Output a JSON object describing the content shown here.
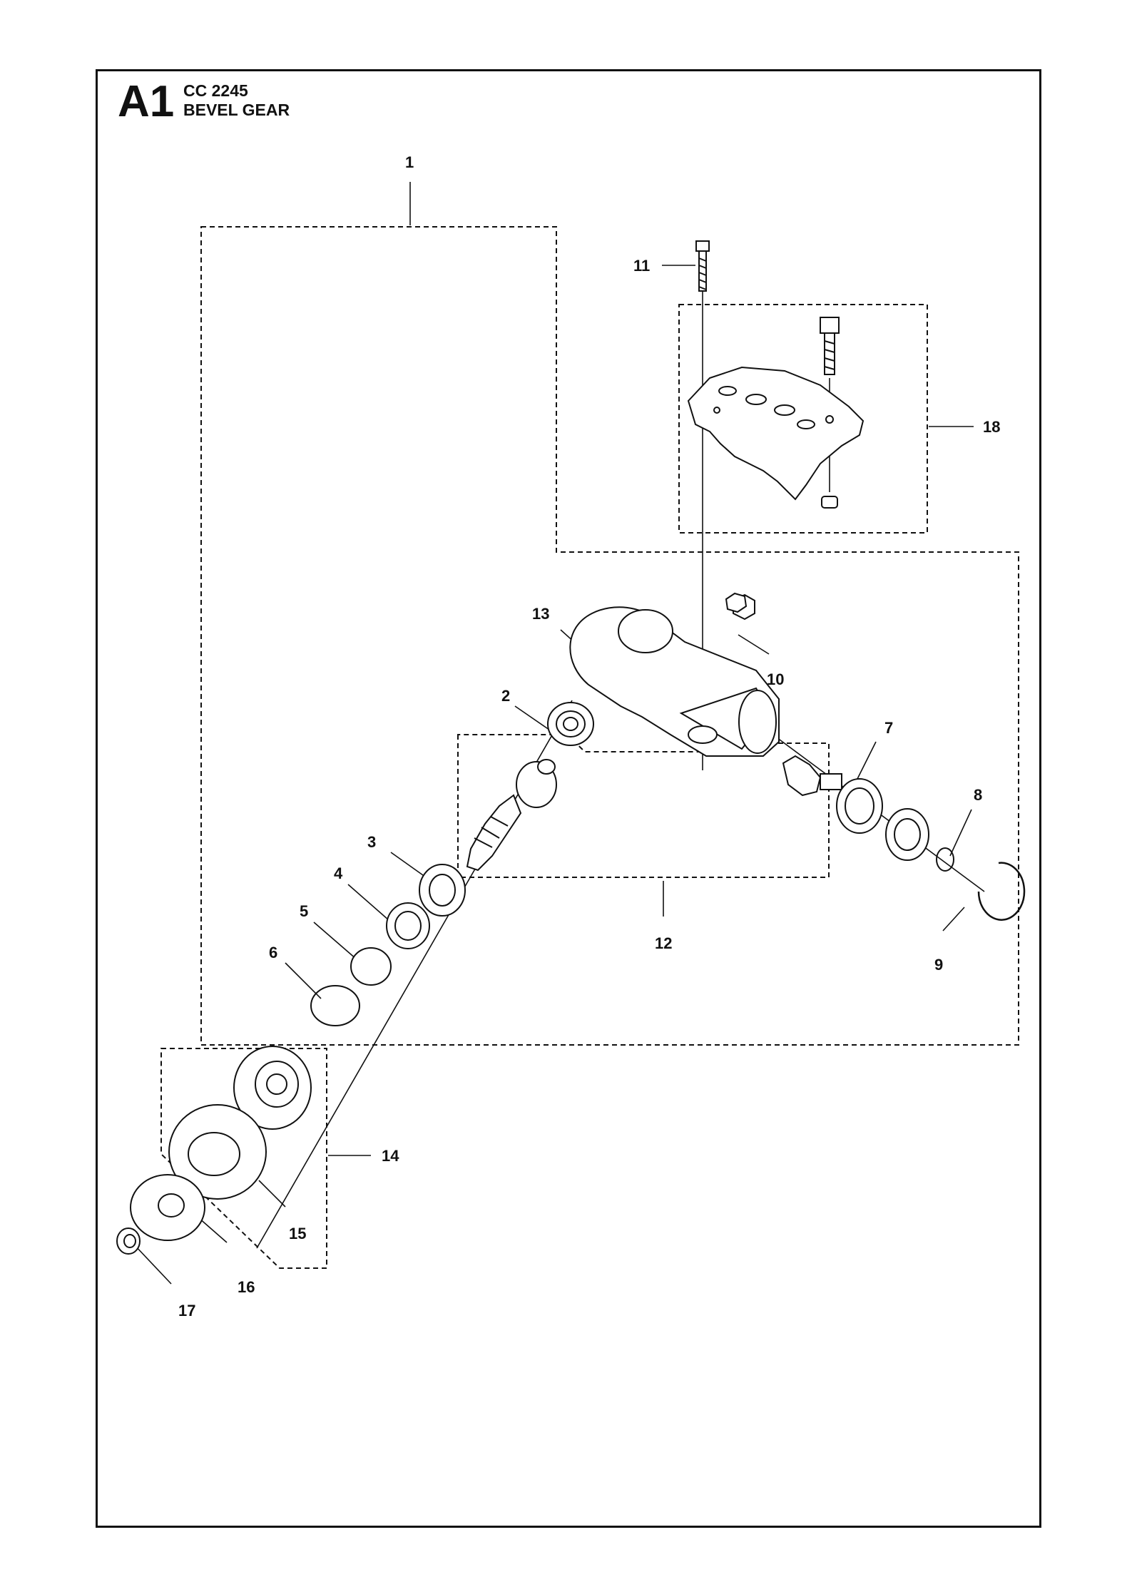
{
  "header": {
    "section_code": "A1",
    "model": "CC 2245",
    "title": "BEVEL GEAR"
  },
  "callouts": [
    "1",
    "2",
    "3",
    "4",
    "5",
    "6",
    "7",
    "8",
    "9",
    "10",
    "11",
    "12",
    "13",
    "14",
    "15",
    "16",
    "17",
    "18"
  ]
}
